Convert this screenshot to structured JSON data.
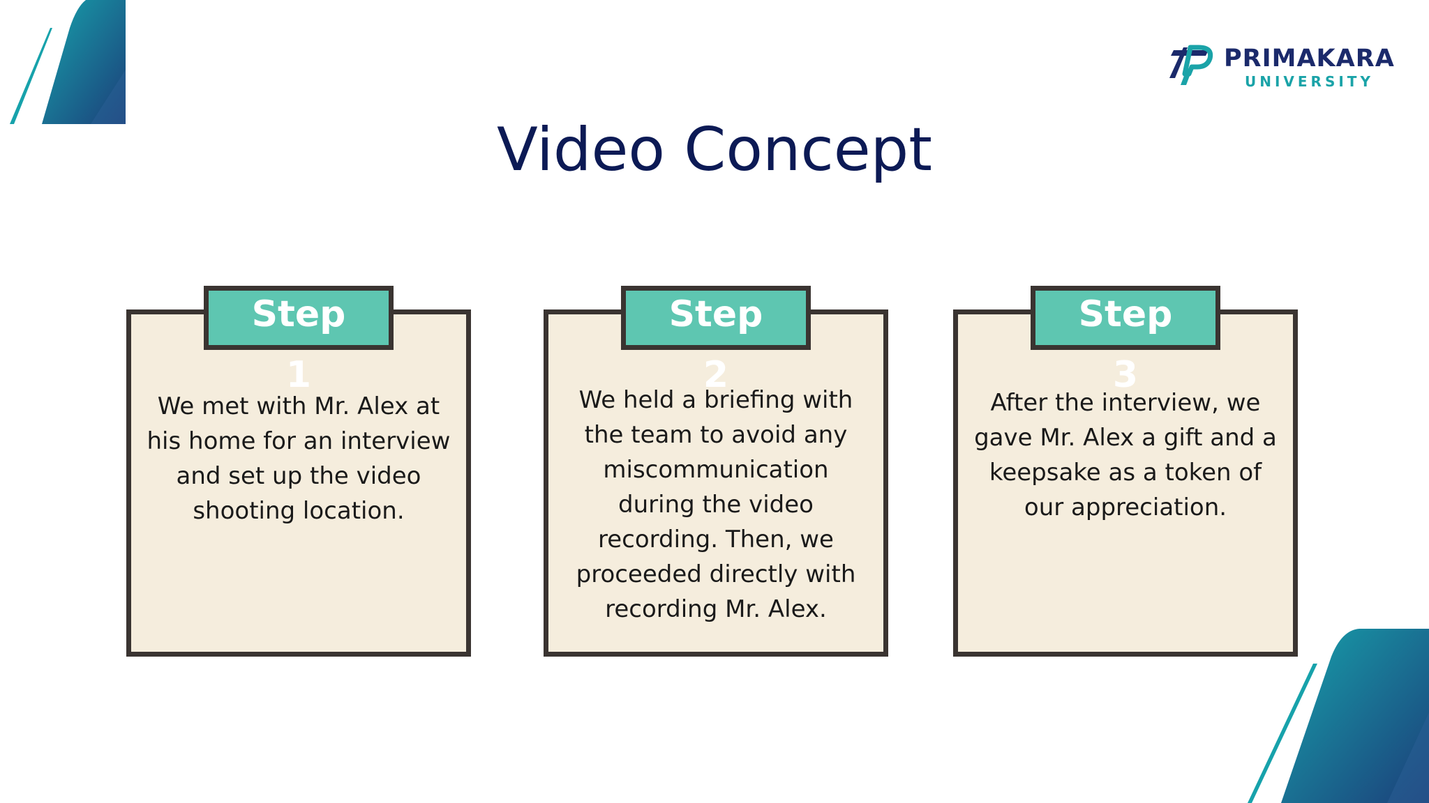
{
  "slide": {
    "title": "Video Concept",
    "logo": {
      "name": "PRIMAKARA",
      "subtitle": "UNIVERSITY",
      "icon": "primakara-logo-icon"
    },
    "colors": {
      "title": "#0c1a55",
      "step_tag": "#5ec6b1",
      "card_bg": "#f5eddd",
      "card_border": "#3a3431",
      "accent_teal": "#1aa3a8",
      "accent_navy": "#1b2a6b"
    },
    "steps": [
      {
        "label": "Step",
        "number": "1",
        "text": "We met with Mr. Alex at his home for an interview and set up the video shooting location."
      },
      {
        "label": "Step",
        "number": "2",
        "text": "We held a briefing with the team to avoid any miscommunication during the video recording. Then, we proceeded directly with recording Mr. Alex."
      },
      {
        "label": "Step",
        "number": "3",
        "text": "After the interview, we gave Mr. Alex a gift and a keepsake as a token of our appreciation."
      }
    ]
  }
}
